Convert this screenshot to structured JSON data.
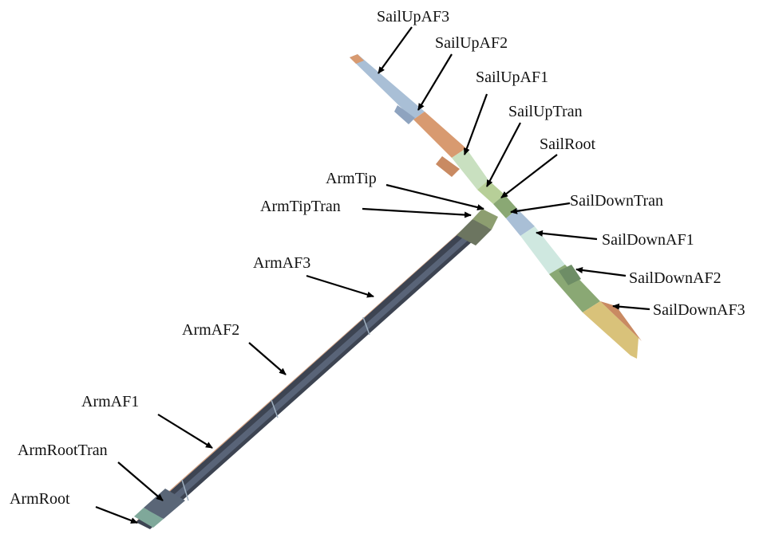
{
  "labels": {
    "sail_up_af3": "SailUpAF3",
    "sail_up_af2": "SailUpAF2",
    "sail_up_af1": "SailUpAF1",
    "sail_up_tran": "SailUpTran",
    "sail_root": "SailRoot",
    "arm_tip": "ArmTip",
    "arm_tip_tran": "ArmTipTran",
    "sail_down_tran": "SailDownTran",
    "sail_down_af1": "SailDownAF1",
    "arm_af3": "ArmAF3",
    "sail_down_af2": "SailDownAF2",
    "sail_down_af3": "SailDownAF3",
    "arm_af2": "ArmAF2",
    "arm_af1": "ArmAF1",
    "arm_root_tran": "ArmRootTran",
    "arm_root": "ArmRoot"
  },
  "colors": {
    "arm_dark": "#3d4452",
    "arm_edge": "#c98a62",
    "arm_light": "#8c9bb0",
    "sail_blue": "#a9bfd6",
    "sail_orange": "#d89a70",
    "sail_green": "#c9e0c0",
    "sail_olive": "#8aa874",
    "sail_mint": "#cfe8e0",
    "sail_yellow": "#d9c27a"
  }
}
